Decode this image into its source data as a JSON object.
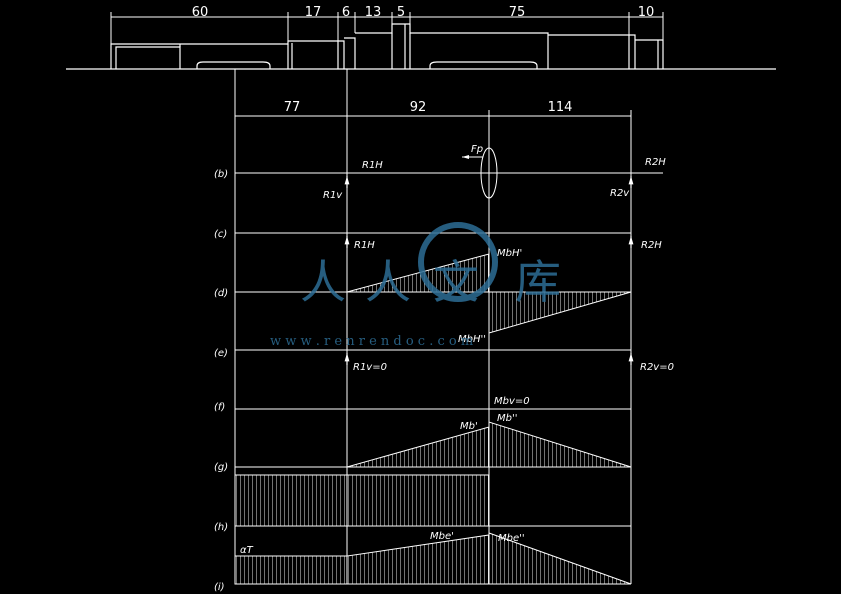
{
  "shaft_dims": [
    "60",
    "17",
    "6",
    "13",
    "5",
    "75",
    "10"
  ],
  "span_dims": [
    "77",
    "92",
    "114"
  ],
  "row_labels": {
    "b": "(b)",
    "c": "(c)",
    "d": "(d)",
    "e": "(e)",
    "f": "(f)",
    "g": "(g)",
    "h": "(h)",
    "i": "(i)"
  },
  "forces": {
    "fp": "Fp",
    "r1h_b": "R1H",
    "r2h_b": "R2H",
    "r1v_b": "R1v",
    "r2v_b": "R2v",
    "r1h_c": "R1H",
    "r2h_c": "R2H",
    "r1v_e": "R1v=0",
    "r2v_e": "R2v=0"
  },
  "moments": {
    "mbh1": "MbH'",
    "mbh2": "MbH''",
    "mbv0": "Mbv=0",
    "mb1": "Mb'",
    "mb2": "Mb''",
    "at": "αT",
    "mbe1": "Mbe'",
    "mbe2": "Mbe''"
  },
  "watermark": {
    "chars": [
      "人",
      "人",
      "文",
      "库"
    ],
    "url": "w w w . r e n r e n d o c . c o m",
    "color": "#2d6e96"
  }
}
